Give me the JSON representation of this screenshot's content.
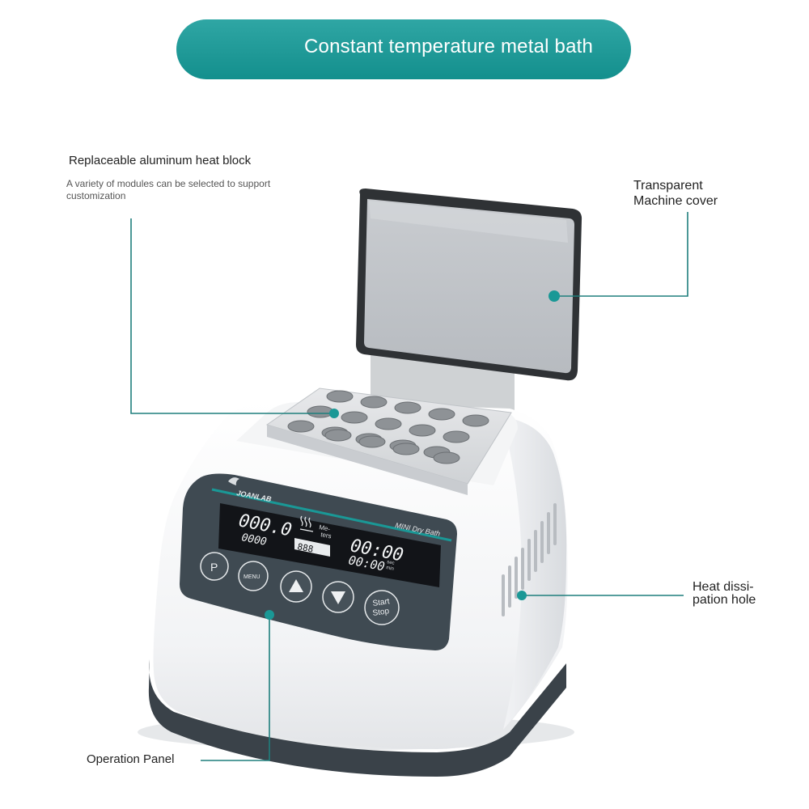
{
  "title": "Constant temperature metal bath",
  "callouts": {
    "block_title": "Replaceable aluminum heat block",
    "block_desc_1": "A variety of modules can be selected to support",
    "block_desc_2": "customization",
    "cover_1": "Transparent",
    "cover_2": "Machine cover",
    "heat_1": "Heat dissi-",
    "heat_2": "pation hole",
    "panel": "Operation Panel"
  },
  "device": {
    "brand": "JOANLAB",
    "model": "MINI Dry Bath",
    "display": {
      "temp_main": "000.0",
      "temp_sub": "0000",
      "meters_label_1": "Me-",
      "meters_label_2": "ters",
      "meters_value": "888",
      "time_main": "00:00",
      "time_sub": "00:00",
      "unit_sec": "sec",
      "unit_min": "min"
    },
    "buttons": {
      "p": "P",
      "menu": "MENU",
      "start_1": "Start",
      "start_2": "Stop"
    }
  },
  "colors": {
    "accent": "#1a9896",
    "panel": "#3f4a52",
    "display": "#121418",
    "callout_line": "#1f7f7d"
  },
  "icons": [
    "heat-icon",
    "up-arrow-icon",
    "down-arrow-icon",
    "logo-icon"
  ]
}
